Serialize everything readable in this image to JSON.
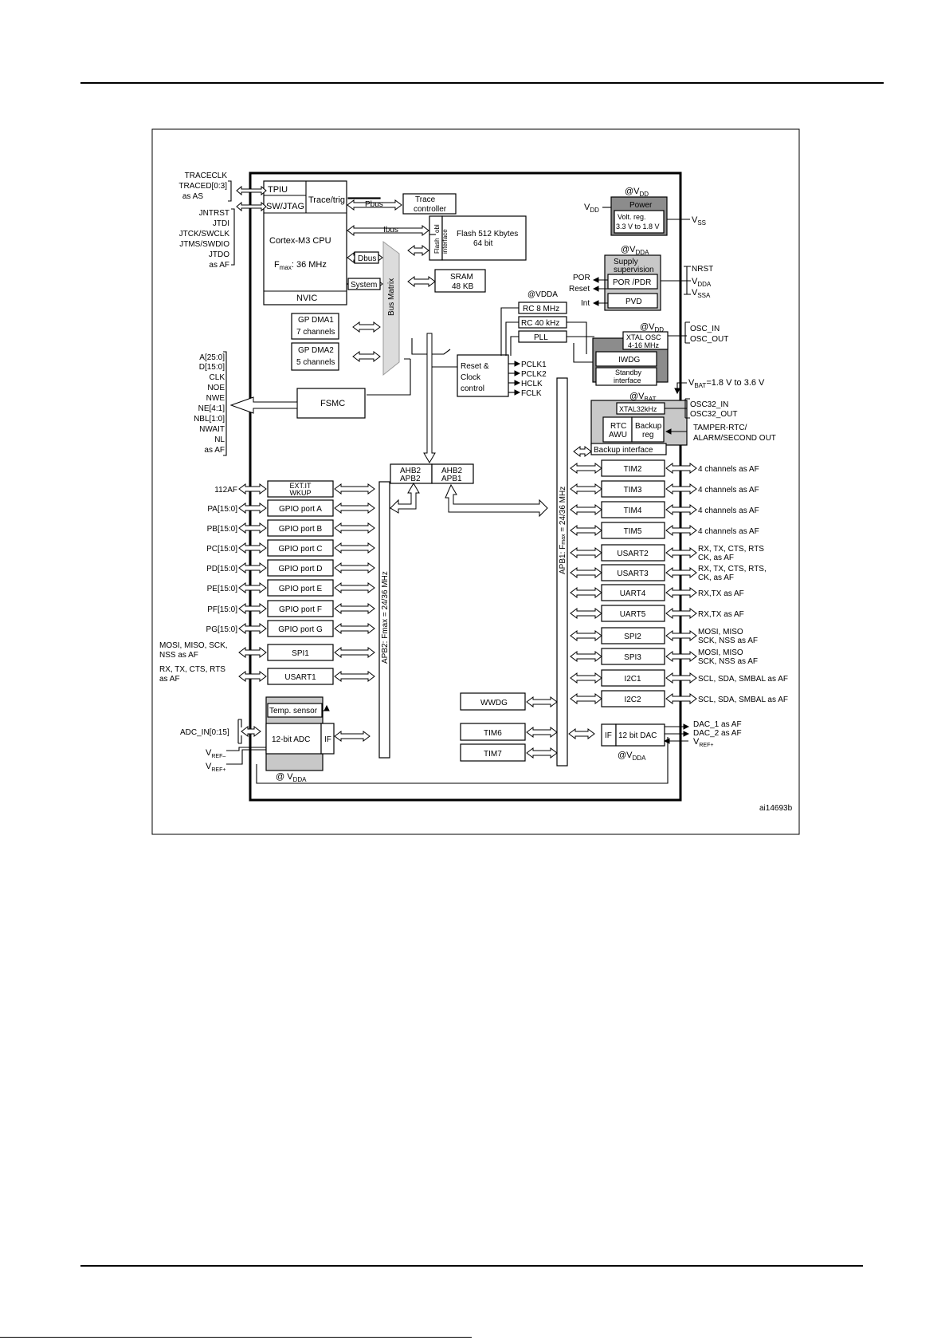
{
  "figure_id": "ai14693b",
  "core": {
    "tpiu": "TPIU",
    "swjtag": "SW/JTAG",
    "tracetrig": "Trace/trig",
    "cpu": "Cortex-M3 CPU",
    "fmax_pre": "F",
    "fmax_sub": "max",
    "fmax_post": ": 36 MHz",
    "nvic": "NVIC"
  },
  "buses": {
    "pbus": "Pbus",
    "ibus": "Ibus",
    "dbus": "Dbus",
    "system": "System",
    "bus_matrix": "Bus Matrix",
    "apb2": "APB2: Fmax = 24/36 MHz",
    "apb1_pre": "APB1: F",
    "apb1_sub": "max",
    "apb1_post": " = 24/36 MHz"
  },
  "trace_controller": [
    "Trace",
    "controller"
  ],
  "flash_interface": [
    "Flash",
    "obl",
    "interface"
  ],
  "flash": [
    "Flash 512 Kbytes",
    "64 bit"
  ],
  "sram": [
    "SRAM",
    "48 KB"
  ],
  "dma": [
    {
      "name": "GP DMA1",
      "channels": "7 channels"
    },
    {
      "name": "GP DMA2",
      "channels": "5 channels"
    }
  ],
  "fsmc": "FSMC",
  "reset_clock": [
    "Reset &",
    "Clock",
    "control"
  ],
  "clocks": [
    "PCLK1",
    "PCLK2",
    "HCLK",
    "FCLK"
  ],
  "oscillators": {
    "vdda_label": "@VDDA",
    "rc8": "RC 8 MHz",
    "rc40": "RC 40 kHz",
    "pll": "PLL"
  },
  "power": {
    "vdd_at": "@V",
    "vdd_at_sub": "DD",
    "title": "Power",
    "reg": [
      "Volt. reg.",
      "3.3 V to 1.8 V"
    ],
    "vdd": "V",
    "vdd_sub": "DD",
    "vss": "V",
    "vss_sub": "SS"
  },
  "supply": {
    "at": "@V",
    "at_sub": "DDA",
    "title": [
      "Supply",
      "supervision"
    ],
    "por_pdr": "POR /PDR",
    "pvd": "PVD",
    "por": "POR",
    "reset": "Reset",
    "int": "Int",
    "nrst": "NRST",
    "vdda": "V",
    "vdda_sub": "DDA",
    "vssa": "V",
    "vssa_sub": "SSA"
  },
  "xtal": {
    "at": "@V",
    "at_sub": "DD",
    "osc": [
      "XTAL OSC",
      "4-16 MHz"
    ],
    "iwdg": "IWDG",
    "standby": [
      "Standby",
      "interface"
    ],
    "osc_in": "OSC_IN",
    "osc_out": "OSC_OUT",
    "vbat_range_pre": "V",
    "vbat_range_sub": "BAT",
    "vbat_range_post": "=1.8 V to 3.6 V"
  },
  "backup": {
    "at": "@V",
    "at_sub": "BAT",
    "xtal32": "XTAL32kHz",
    "rtc": [
      "RTC",
      "AWU"
    ],
    "backup_reg": [
      "Backup",
      "reg"
    ],
    "backup_interface": "Backup interface",
    "osc32_in": "OSC32_IN",
    "osc32_out": "OSC32_OUT",
    "tamper": [
      "TAMPER-RTC/",
      "ALARM/SECOND OUT"
    ]
  },
  "bridges": {
    "left": [
      "AHB2",
      "APB2"
    ],
    "right": [
      "AHB2",
      "APB1"
    ]
  },
  "apb2_blocks": [
    {
      "name": [
        "EXT.IT",
        "WKUP"
      ],
      "pin": "112AF"
    },
    {
      "name": [
        "GPIO port A"
      ],
      "pin": "PA[15:0]"
    },
    {
      "name": [
        "GPIO port B"
      ],
      "pin": "PB[15:0]"
    },
    {
      "name": [
        "GPIO port C"
      ],
      "pin": "PC[15:0]"
    },
    {
      "name": [
        "GPIO port D"
      ],
      "pin": "PD[15:0]"
    },
    {
      "name": [
        "GPIO port E"
      ],
      "pin": "PE[15:0]"
    },
    {
      "name": [
        "GPIO port F"
      ],
      "pin": "PF[15:0]"
    },
    {
      "name": [
        "GPIO port G"
      ],
      "pin": "PG[15:0]"
    },
    {
      "name": [
        "SPI1"
      ],
      "pin": "MOSI, MISO, SCK,|NSS as AF"
    },
    {
      "name": [
        "USART1"
      ],
      "pin": "RX, TX, CTS, RTS|as AF"
    }
  ],
  "adc": {
    "temp": "Temp. sensor",
    "adc": "12-bit ADC",
    "if": "IF",
    "adc_in": "ADC_IN[0:15]",
    "vref_minus_sub": "REF–",
    "vref_plus_sub": "REF+",
    "v": "V",
    "at": "@ V",
    "at_sub": "DDA"
  },
  "apb1_blocks": [
    {
      "name": "TIM2",
      "pin": "4 channels as AF"
    },
    {
      "name": "TIM3",
      "pin": "4 channels as AF"
    },
    {
      "name": "TIM4",
      "pin": "4 channels as AF"
    },
    {
      "name": "TIM5",
      "pin": "4 channels as AF"
    },
    {
      "name": "USART2",
      "pin": "RX, TX, CTS, RTS|CK, as AF"
    },
    {
      "name": "USART3",
      "pin": "RX, TX, CTS, RTS,|CK, as AF"
    },
    {
      "name": "UART4",
      "pin": "RX,TX as AF"
    },
    {
      "name": "UART5",
      "pin": "RX,TX as AF"
    },
    {
      "name": "SPI2",
      "pin": "MOSI, MISO|SCK, NSS as AF"
    },
    {
      "name": "SPI3",
      "pin": "MOSI, MISO|SCK, NSS as AF"
    },
    {
      "name": "I2C1",
      "pin": "SCL, SDA, SMBAL as AF"
    },
    {
      "name": "I2C2",
      "pin": "SCL, SDA, SMBAL as AF"
    }
  ],
  "mid_timers": [
    "WWDG",
    "TIM6",
    "TIM7"
  ],
  "dac": {
    "if": "IF",
    "name": "12 bit DAC",
    "at": "@V",
    "at_sub": "DDA",
    "out1": "DAC_1 as AF",
    "out2": "DAC_2 as AF",
    "vref": "V",
    "vref_sub": "REF+"
  },
  "left_pins": {
    "trace": [
      "TRACECLK",
      "TRACED[0:3]",
      "as AS"
    ],
    "jtag": [
      "JNTRST",
      "JTDI",
      "JTCK/SWCLK",
      "JTMS/SWDIO",
      "JTDO",
      "as AF"
    ],
    "fsmc": [
      "A[25:0]",
      "D[15:0]",
      "CLK",
      "NOE",
      "NWE",
      "NE[4:1]",
      "NBL[1:0]",
      "NWAIT",
      "NL",
      "as AF"
    ]
  }
}
